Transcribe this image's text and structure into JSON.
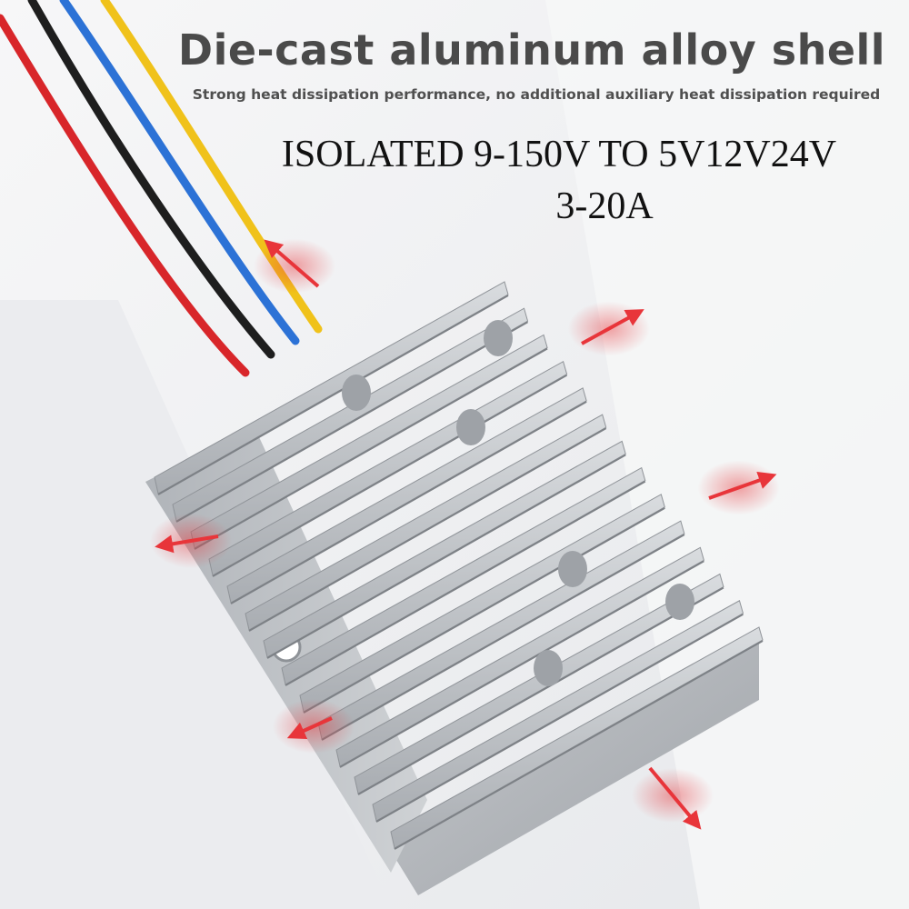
{
  "headline": "Die-cast aluminum alloy shell",
  "subheadline": "Strong heat dissipation performance, no additional auxiliary heat dissipation required",
  "spec_line_1": "ISOLATED 9-150V TO 5V12V24V",
  "spec_line_2": "3-20A",
  "colors": {
    "wire_red": "#d8262a",
    "wire_black": "#1e1e1e",
    "wire_blue": "#2c72d6",
    "wire_yellow": "#f0c21a",
    "heat_arrow": "#e8353a",
    "aluminum": "#b8bcc1"
  },
  "icons": [
    "heat-arrow-icon"
  ]
}
